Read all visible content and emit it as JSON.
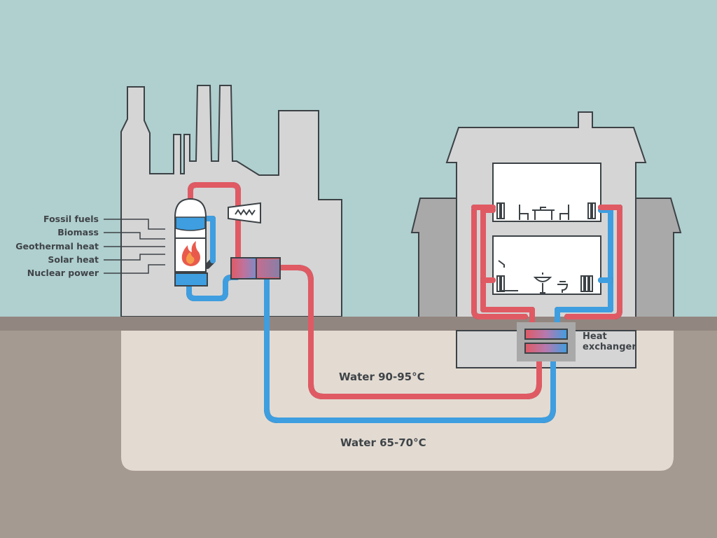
{
  "sources": {
    "items": [
      "Fossil fuels",
      "Biomass",
      "Geothermal heat",
      "Solar heat",
      "Nuclear power"
    ]
  },
  "supply": {
    "label": "Water 90-95°C"
  },
  "return": {
    "label": "Water 65-70°C"
  },
  "heat_exchanger": {
    "line1": "Heat",
    "line2": "exchanger"
  },
  "colors": {
    "sky": "#b0cfcf",
    "ground": "#a59a92",
    "underground_area": "#e3dbd2",
    "building": "#d5d5d5",
    "hot_pipe": "#e05a64",
    "cold_pipe": "#3e9ee0",
    "outline": "#3c4246"
  }
}
